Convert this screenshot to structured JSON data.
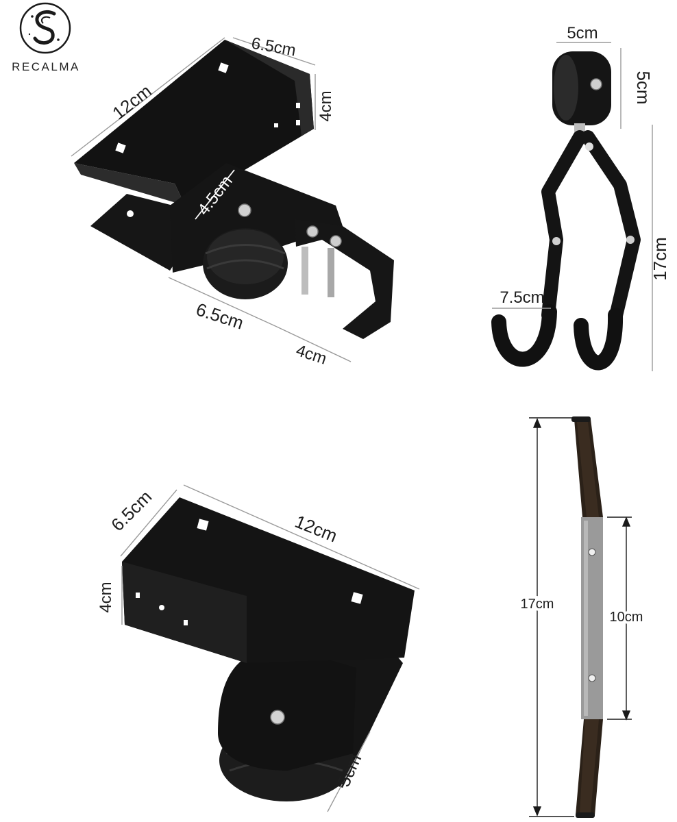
{
  "brand": {
    "name": "RECALMA",
    "logo_icon": "swirl-s-logo-icon"
  },
  "colors": {
    "background": "#ffffff",
    "metal": "#141414",
    "pad": "#9a9a9a",
    "dimension_line": "#9a9a9a"
  },
  "products": {
    "pulley_top": {
      "width_top": "6.5cm",
      "length": "12cm",
      "height": "4cm",
      "wheel": "4.5cm",
      "base_width": "6.5cm",
      "base_extra": "4cm"
    },
    "hook": {
      "pulley_width": "5cm",
      "pulley_height": "5cm",
      "total_length": "17cm",
      "hook_span": "7.5cm"
    },
    "pulley_bottom": {
      "width": "6.5cm",
      "length": "12cm",
      "height": "4cm",
      "wheel": "5cm"
    },
    "rest_bar": {
      "length": "17cm",
      "pad_length": "10cm"
    }
  }
}
